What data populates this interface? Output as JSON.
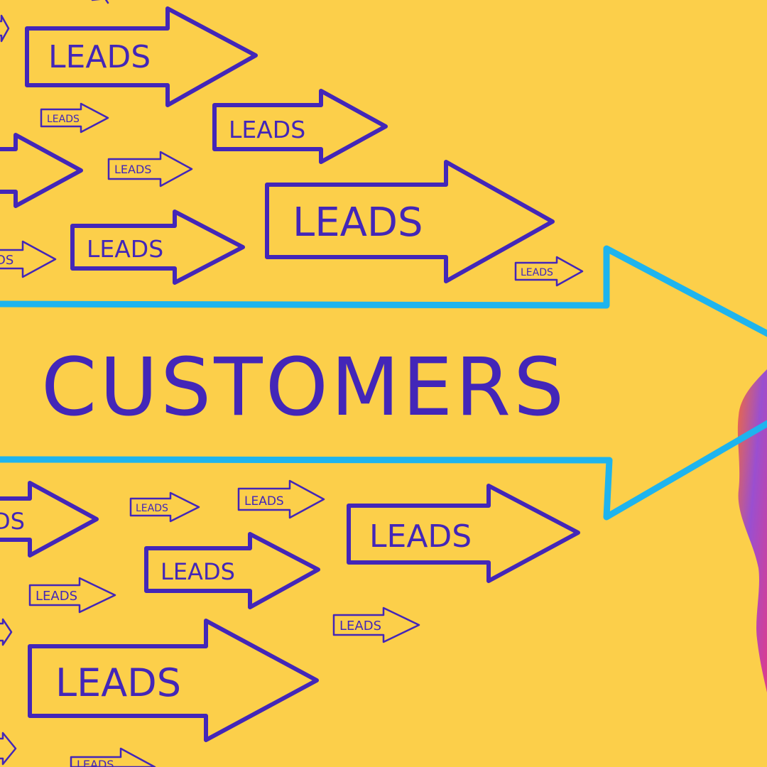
{
  "colors": {
    "background": "#FCCF4A",
    "arrow_stroke": "#4326B8",
    "big_arrow_stroke": "#1EB4EE",
    "figure_orange": "#F26A3A",
    "figure_magenta": "#DE3C8C",
    "figure_purple": "#9A4FD0"
  },
  "main_label": "CUSTOMERS",
  "arrow_label": "LEADS",
  "partial_label_a": "S",
  "partial_label_b": "DS",
  "partial_label_c": "LEADS",
  "icons": [
    "leads-arrow-icon",
    "customers-arrow-icon",
    "figure-silhouette-icon"
  ]
}
